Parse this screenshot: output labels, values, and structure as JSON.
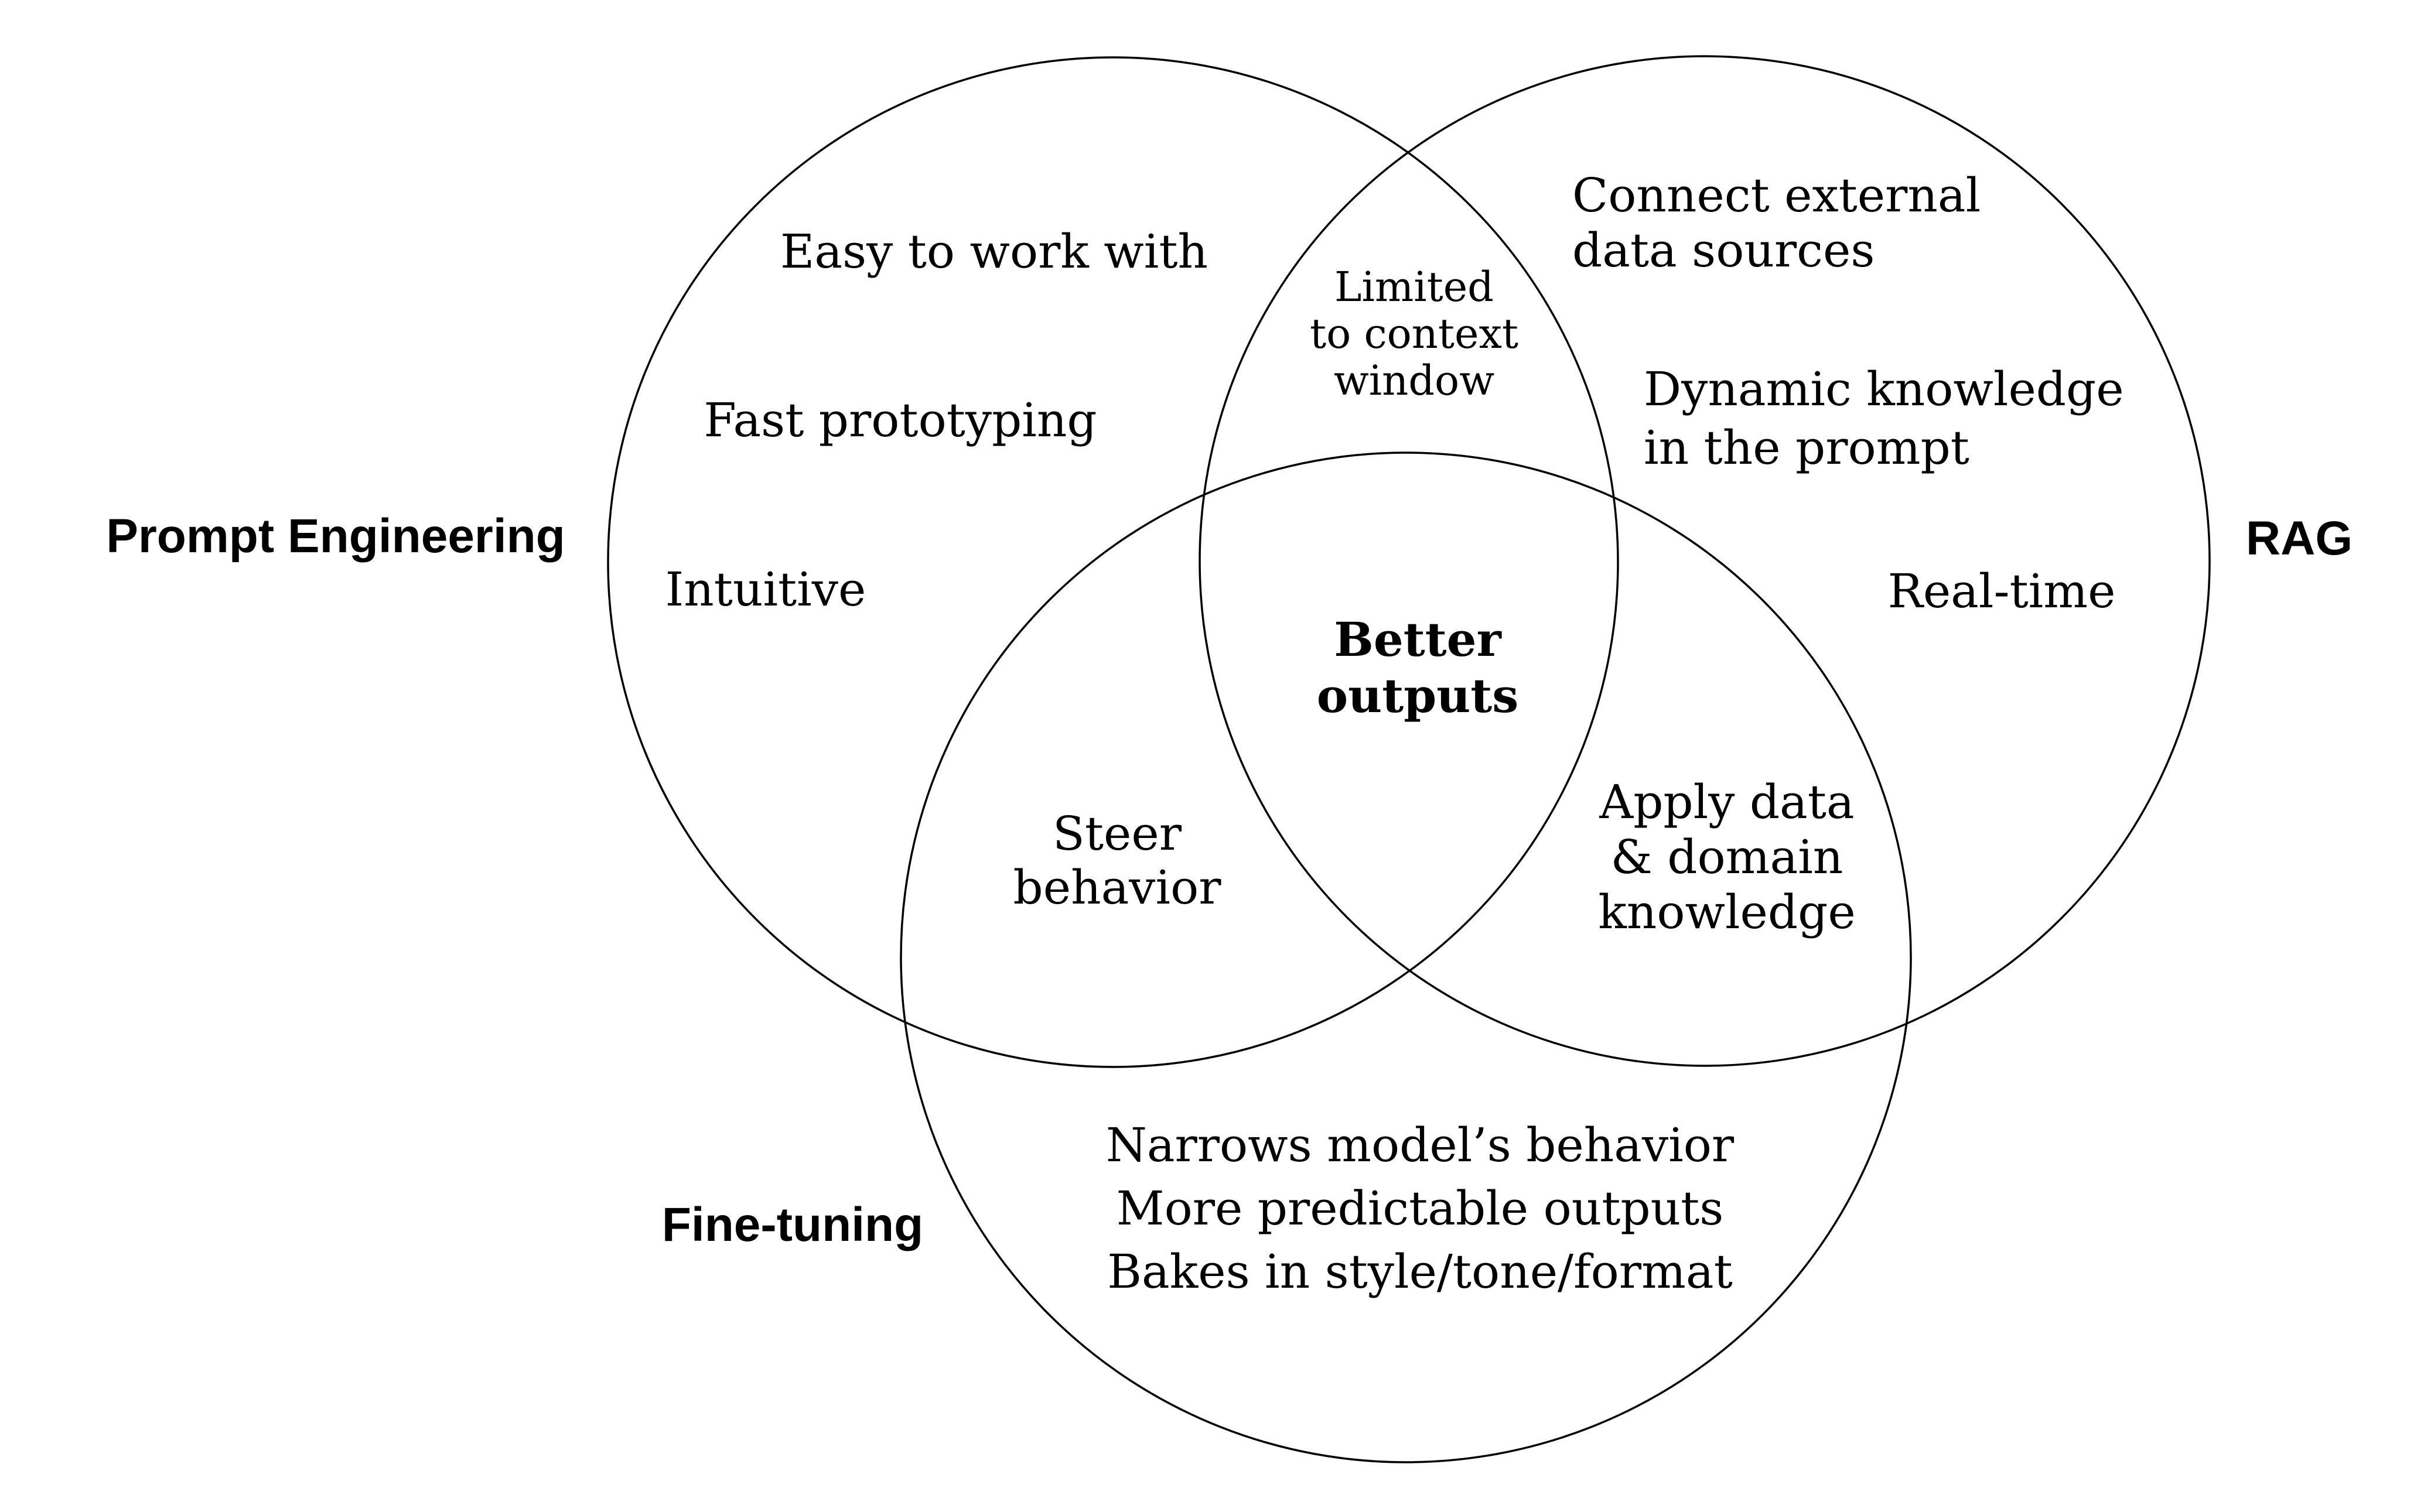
{
  "venn": {
    "set_labels": {
      "prompt_engineering": "Prompt Engineering",
      "rag": "RAG",
      "fine_tuning": "Fine-tuning"
    },
    "regions": {
      "pe_only": {
        "easy": "Easy to work with",
        "fast": "Fast prototyping",
        "intuitive": "Intuitive"
      },
      "rag_only": {
        "connect": "Connect external\ndata sources",
        "dynamic": "Dynamic knowledge\nin the prompt",
        "realtime": "Real-time"
      },
      "ft_only": {
        "lines": "Narrows model’s behavior\nMore predictable outputs\nBakes in style/tone/format"
      },
      "pe_rag": "Limited\nto context\nwindow",
      "pe_ft": "Steer\nbehavior",
      "rag_ft": "Apply data\n& domain\nknowledge",
      "center": "Better\noutputs"
    },
    "colors": {
      "background": "#ffffff",
      "stroke": "#000000",
      "text": "#000000"
    }
  }
}
